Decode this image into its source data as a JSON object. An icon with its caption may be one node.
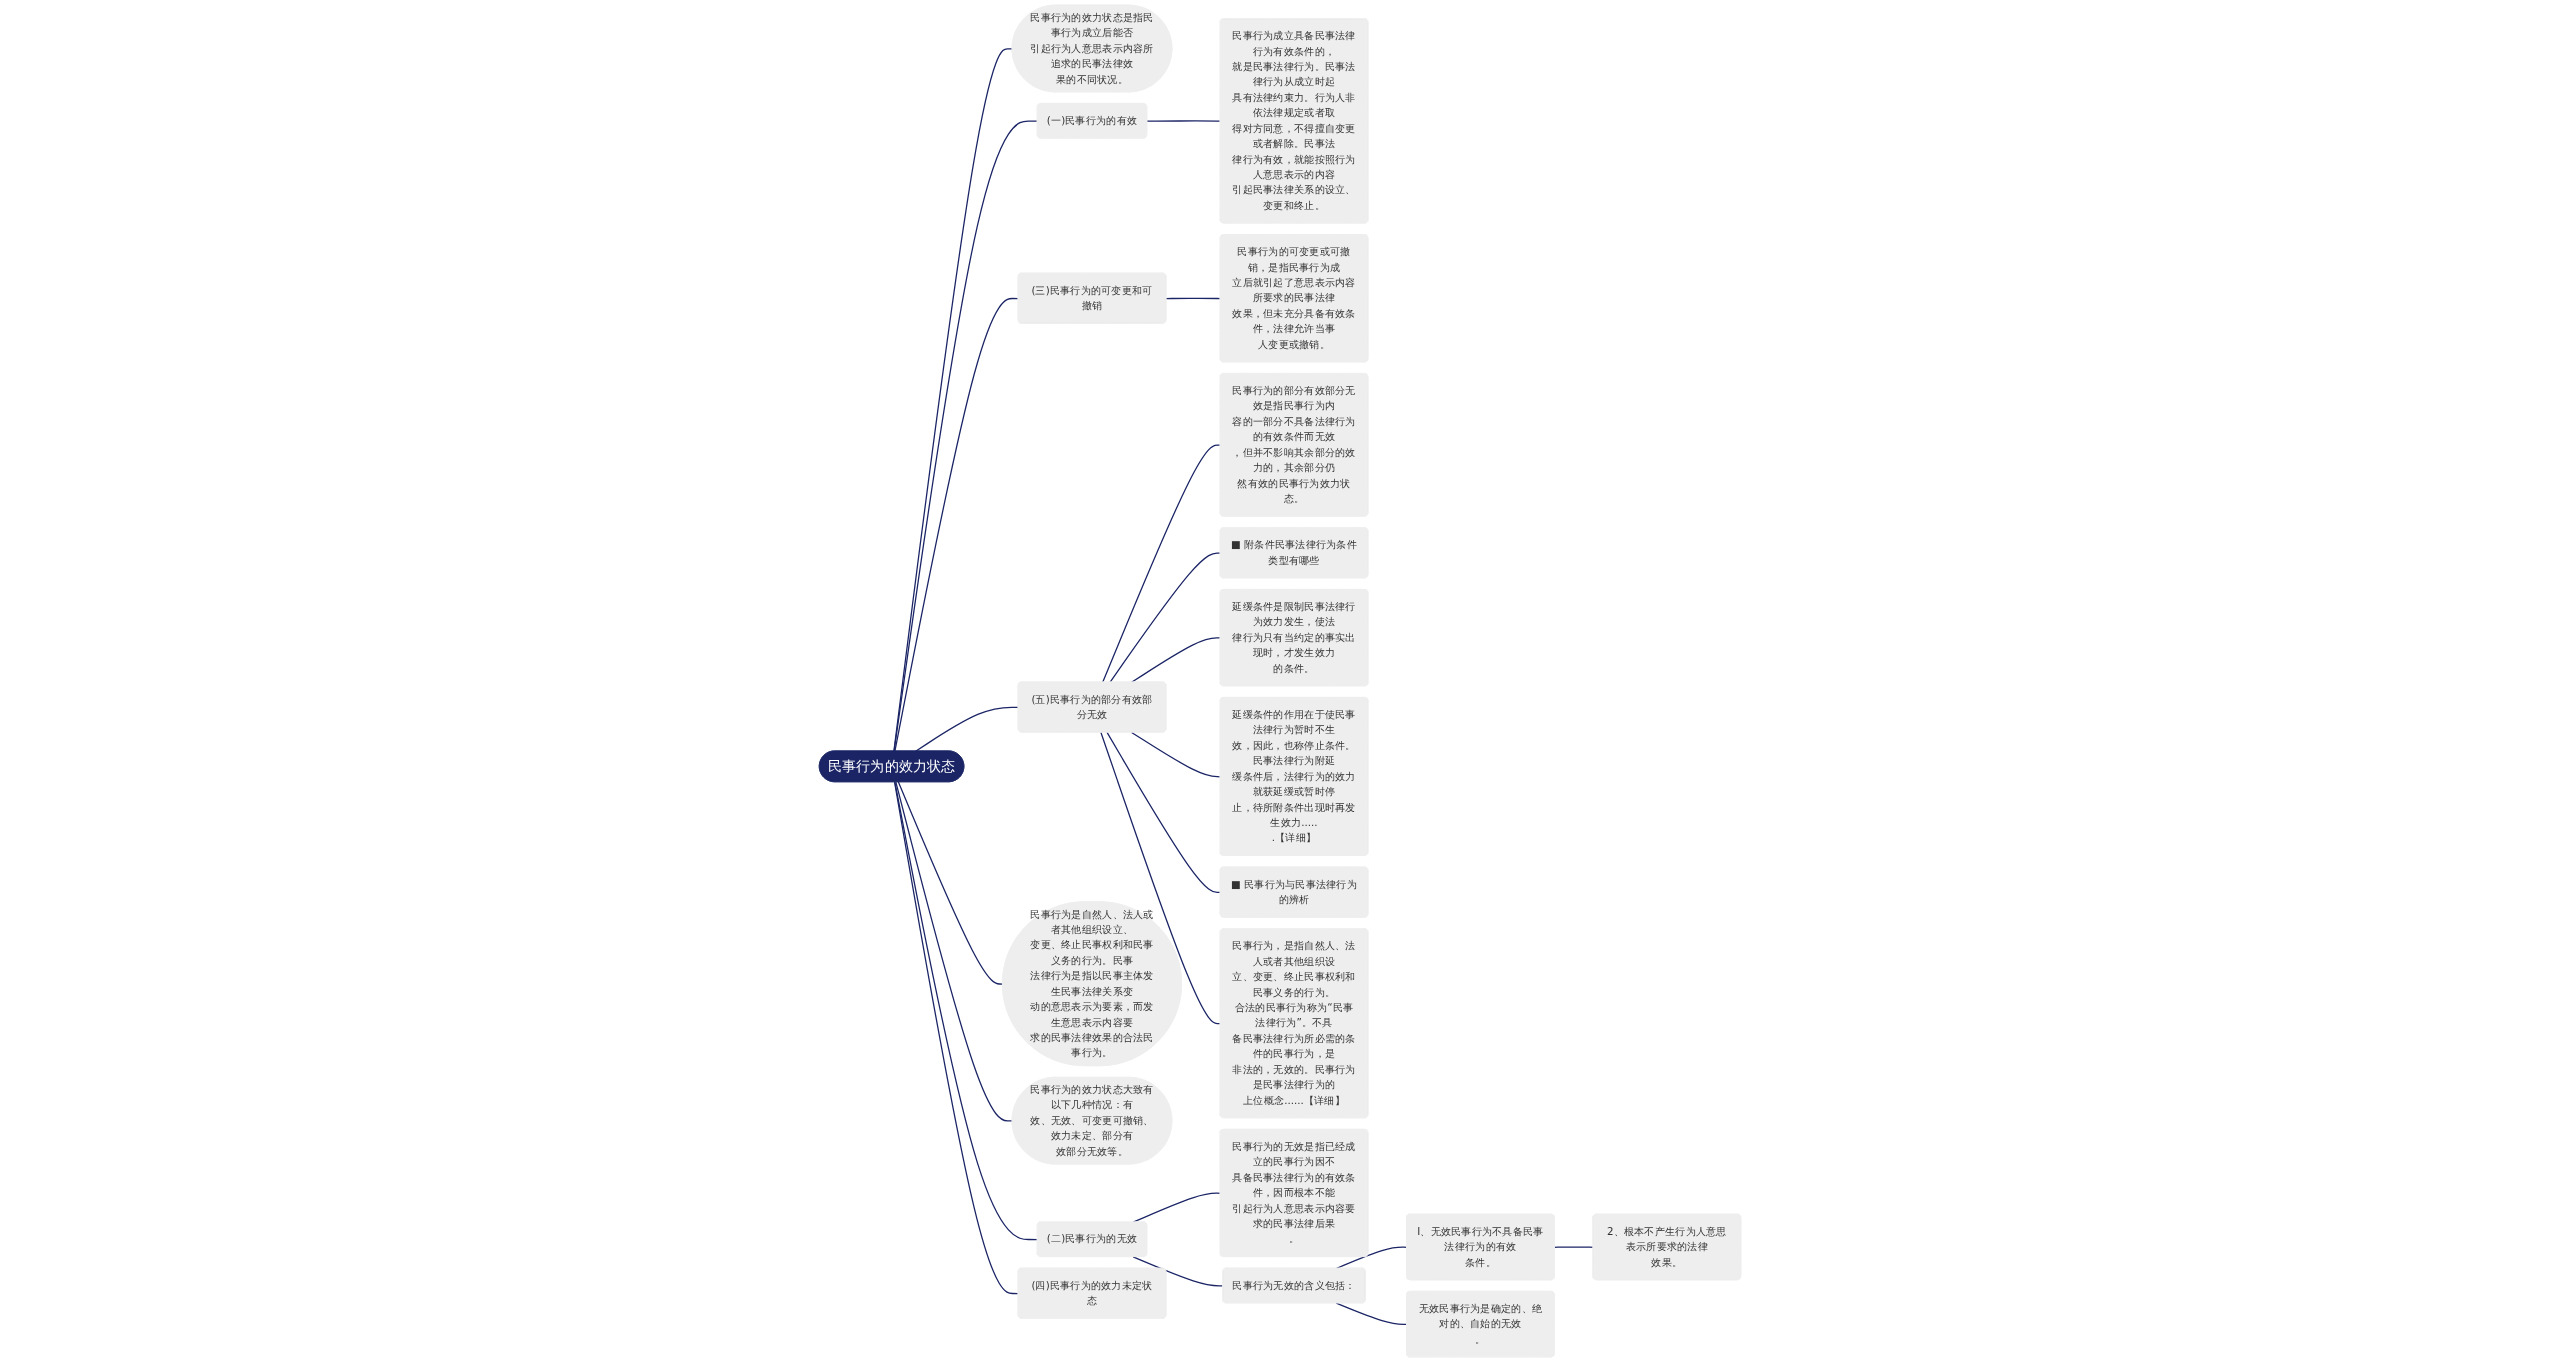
{
  "diagram": {
    "nodes": [
      {
        "text": [
          "民事行为的效力状态"
        ]
      },
      {
        "text": [
          "民事行为的效力状态是指民事行为成立后能否引起行为人意思表示内容所追求的民事法律效果的不同状况。"
        ]
      },
      {
        "text": [
          "(一)民事行为的有效"
        ]
      },
      {
        "text": [
          "民事行为成立具备民事法律行为有效条件的，就是民事法律行为。民事法律行为从成立时起具有法律约束力。行为人非依法律规定或者取得对方同意，不得擅自变更或者解除。民事法律行为有效，就能按照行为人意思表示的内容引起民事法律关系的设立、变更和终止。"
        ]
      },
      {
        "text": [
          "(三)民事行为的可变更和可撤销"
        ]
      },
      {
        "text": [
          "民事行为的可变更或可撤销，是指民事行为成立后就引起了意思表示内容所要求的民事法律效果，但未充分具备有效条件，法律允许当事人变更或撤销。"
        ]
      },
      {
        "text": [
          "(五)民事行为的部分有效部分无效"
        ]
      },
      {
        "text": [
          "民事行为的部分有效部分无效是指民事行为内容的一部分不具备法律行为的有效条件而无效，但并不影响其余部分的效力的，其余部分仍然有效的民事行为效力状态。"
        ]
      },
      {
        "text": [
          "■ 附条件民事法律行为条件类型有哪些"
        ]
      },
      {
        "text": [
          "延缓条件是限制民事法律行为效力发生，使法律行为只有当约定的事实出现时，才发生效力的条件。"
        ]
      },
      {
        "text": [
          "延缓条件的作用在于使民事法律行为暂时不生效，因此，也称停止条件。民事法律行为附延缓条件后，法律行为的效力就获延缓或暂时停止，待所附条件出现时再发生效力......【详细】"
        ]
      },
      {
        "text": [
          "■ 民事行为与民事法律行为的辨析"
        ]
      },
      {
        "text": [
          "民事行为，是指自然人、法人或者其他组织设立、变更、终止民事权利和民事义务的行为。合法的民事行为称为“民事法律行为”。不具备民事法律行为所必需的条件的民事行为，是非法的，无效的。民事行为是民事法律行为的上位概念......【详细】"
        ]
      },
      {
        "text": [
          "民事行为是自然人、法人或者其他组织设立、变更、终止民事权利和民事义务的行为。民事法律行为是指以民事主体发生民事法律关系变动的意思表示为要素，而发生意思表示内容要求的民事法律效果的合法民事行为。"
        ]
      },
      {
        "text": [
          "民事行为的效力状态大致有以下几种情况：有效、无效、可变更可撤销、效力未定、部分有效部分无效等。"
        ]
      },
      {
        "text": [
          "(二)民事行为的无效"
        ]
      },
      {
        "text": [
          "民事行为的无效是指已经成立的民事行为因不具备民事法律行为的有效条件，因而根本不能引起行为人意思表示内容要求的民事法律后果。"
        ]
      },
      {
        "text": [
          "民事行为无效的含义包括："
        ]
      },
      {
        "text": [
          "I、无效民事行为不具备民事法律行为的有效条件。"
        ]
      },
      {
        "text": [
          "2、根本不产生行为人意思表示所要求的法律效果。"
        ]
      },
      {
        "text": [
          "无效民事行为是确定的、绝对的、自始的无效。"
        ]
      },
      {
        "text": [
          "(四)民事行为的效力未定状态"
        ]
      }
    ],
    "edges": [
      {
        "from": 0,
        "to": 1,
        "arrow": "none"
      },
      {
        "from": 0,
        "to": 2,
        "arrow": "none"
      },
      {
        "from": 2,
        "to": 3,
        "arrow": "none"
      },
      {
        "from": 0,
        "to": 4,
        "arrow": "none"
      },
      {
        "from": 4,
        "to": 5,
        "arrow": "none"
      },
      {
        "from": 0,
        "to": 6,
        "arrow": "none"
      },
      {
        "from": 6,
        "to": 7,
        "arrow": "none"
      },
      {
        "from": 6,
        "to": 8,
        "arrow": "none"
      },
      {
        "from": 6,
        "to": 9,
        "arrow": "none"
      },
      {
        "from": 6,
        "to": 10,
        "arrow": "none"
      },
      {
        "from": 6,
        "to": 11,
        "arrow": "none"
      },
      {
        "from": 6,
        "to": 12,
        "arrow": "none"
      },
      {
        "from": 0,
        "to": 13,
        "arrow": "none"
      },
      {
        "from": 0,
        "to": 14,
        "arrow": "none"
      },
      {
        "from": 0,
        "to": 15,
        "arrow": "none"
      },
      {
        "from": 15,
        "to": 16,
        "arrow": "none"
      },
      {
        "from": 15,
        "to": 17,
        "arrow": "none"
      },
      {
        "from": 17,
        "to": 18,
        "arrow": "none"
      },
      {
        "from": 18,
        "to": 19,
        "arrow": "none"
      },
      {
        "from": 17,
        "to": 20,
        "arrow": "none"
      },
      {
        "from": 0,
        "to": 21,
        "arrow": "none"
      }
    ]
  }
}
